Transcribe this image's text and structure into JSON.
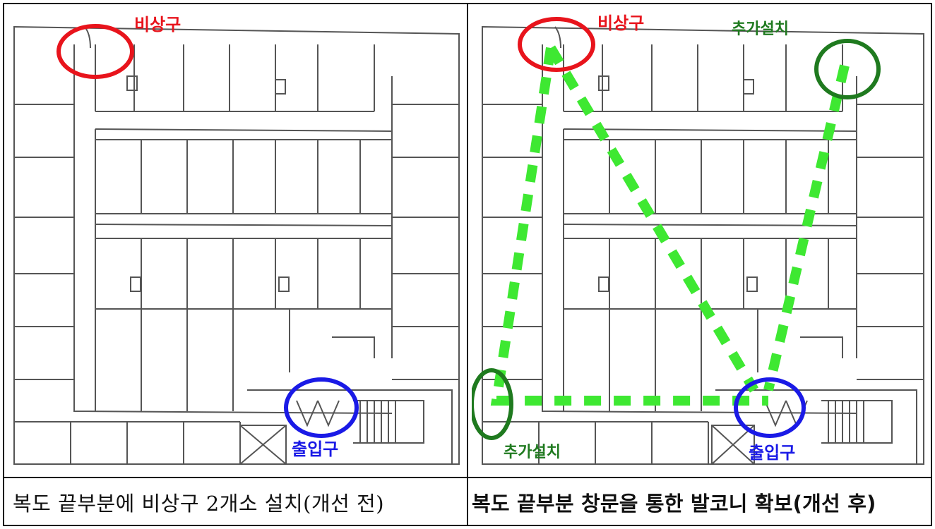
{
  "panels": [
    {
      "id": "before",
      "labels": {
        "emergency_exit": "비상구",
        "entrance": "출입구"
      },
      "caption": "복도 끝부분에 비상구 2개소 설치(개선 전)"
    },
    {
      "id": "after",
      "labels": {
        "emergency_exit": "비상구",
        "additional_top": "추가설치",
        "additional_left": "추가설치",
        "entrance": "출입구"
      },
      "caption": "복도 끝부분 창문을 통한 발코니 확보(개선 후)"
    }
  ],
  "colors": {
    "emergency": "#e8141c",
    "entrance": "#1a1ae6",
    "additional": "#1f7a1f",
    "route": "#3ee832",
    "wall": "#555555"
  }
}
